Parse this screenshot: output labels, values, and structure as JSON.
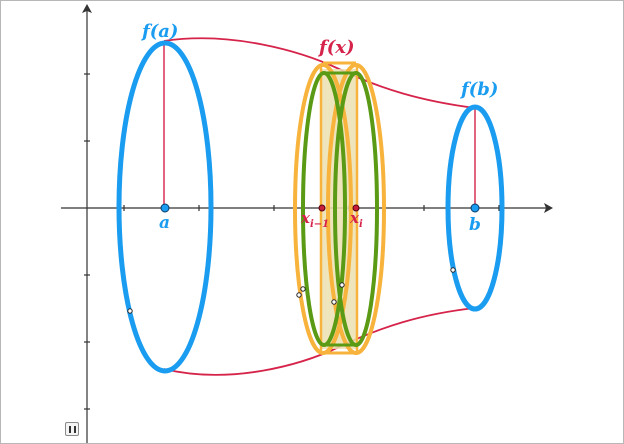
{
  "labels": {
    "f_a": "f(a)",
    "f_x": "f(x)",
    "f_b": "f(b)",
    "a": "a",
    "b": "b",
    "x_i_minus_1": "x",
    "x_i_minus_1_sub": "i−1",
    "x_i": "x",
    "x_i_sub": "i"
  },
  "colors": {
    "curve": "#d6234a",
    "disk_blue": "#1a9cf0",
    "slab_green": "#5a9a14",
    "slab_orange": "#f7b33b",
    "slab_fill": "#ece0b0",
    "axis": "#333333",
    "point": "#c81e3c"
  },
  "icons": {
    "animation_toggle": "pause-icon"
  }
}
